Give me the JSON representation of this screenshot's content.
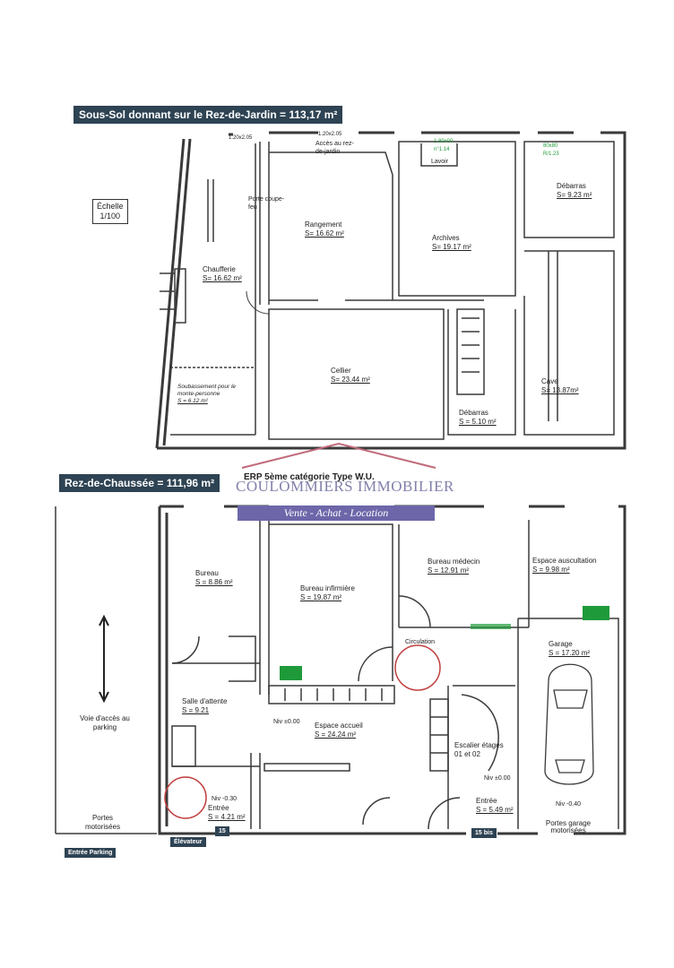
{
  "colors": {
    "wall": "#3a3a3a",
    "title_bg": "#2e4353",
    "green": "#1f9a3a",
    "watermark": "#6d66a9",
    "watermark_roof": "#c06a7a"
  },
  "basement": {
    "title": "Sous-Sol  donnant sur le Rez-de-Jardin = 113,17 m²",
    "scale_line1": "Échelle",
    "scale_line2": "1/100",
    "labels": {
      "access": "Accès au rez-de-jardin",
      "door": "Porte coupe-feu",
      "dim1": "1.20x2.05",
      "dim2": "1.20x2.05",
      "lavoir": "Lavoir",
      "lavoir_dim": "1.80x00 n°1.14",
      "debarras_dim": "80x80 R/1.23"
    },
    "rooms": [
      {
        "name": "Rangement",
        "area": "S= 16.62 m²"
      },
      {
        "name": "Archives",
        "area": "S= 19.17 m²"
      },
      {
        "name": "Débarras",
        "area": "S= 9.23 m²"
      },
      {
        "name": "Chaufferie",
        "area": "S= 16.62 m²"
      },
      {
        "name": "Cellier",
        "area": "S= 23.44 m²"
      },
      {
        "name": "Cave",
        "area": "S= 13.87m²"
      },
      {
        "name": "Débarras",
        "area": "S = 5.10 m²"
      },
      {
        "name": "Soubassement pour le monte-personne",
        "area": "S = 6.12 m²"
      }
    ]
  },
  "ground": {
    "title": "Rez-de-Chaussée = 111,96 m²",
    "erp": "ERP 5ème catégorie Type W.U.",
    "rooms": [
      {
        "name": "Bureau",
        "area": "S = 8.86 m²"
      },
      {
        "name": "Bureau infirmière",
        "area": "S = 19.87 m²"
      },
      {
        "name": "Bureau médecin",
        "area": "S = 12.91 m²"
      },
      {
        "name": "Espace auscultation",
        "area": "S = 9.98 m²"
      },
      {
        "name": "Garage",
        "area": "S = 17.20 m²"
      },
      {
        "name": "Salle d'attente",
        "area": "S = 9.21"
      },
      {
        "name": "Espace accueil",
        "area": "S = 24.24 m²"
      },
      {
        "name": "Escalier étages 01 et 02",
        "area": ""
      },
      {
        "name": "Entrée",
        "area": "S = 5.49 m²"
      },
      {
        "name": "Entrée",
        "area": "S = 4.21 m²"
      }
    ],
    "labels": {
      "parking_access": "Voie d'accès au parking",
      "doors_motor": "Portes motorisées",
      "garage_doors": "Portes garage motorisées",
      "entry_parking": "Entrée Parking",
      "elevator": "Élévateur",
      "circulation": "Circulation",
      "niv0": "Niv ±0.00",
      "niv0b": "Niv ±0.00",
      "niv030": "Niv -0.30",
      "niv040": "Niv -0.40",
      "tag15": "15",
      "tag15bis": "15 bis"
    }
  },
  "watermark": {
    "brand": "COULOMMIERS  IMMOBILIER",
    "tagline": "Vente - Achat - Location"
  }
}
